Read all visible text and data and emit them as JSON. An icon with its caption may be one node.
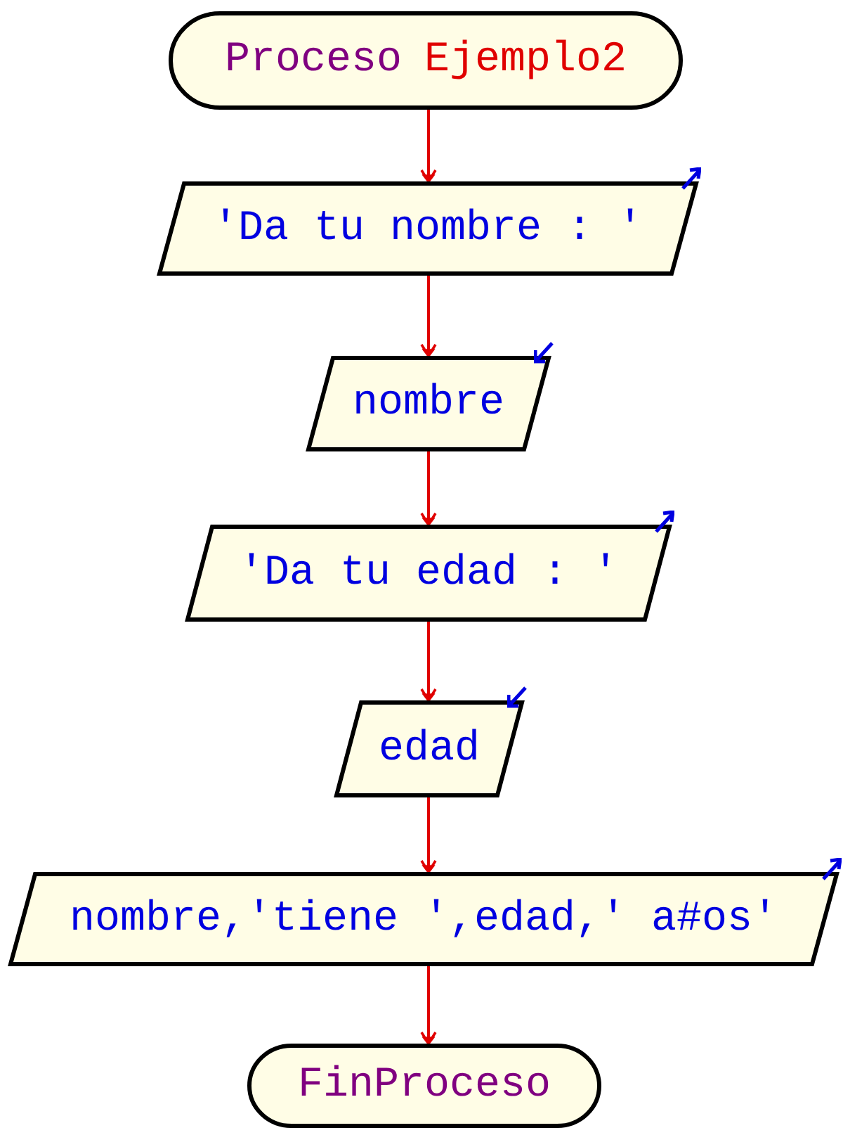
{
  "diagram": {
    "nodes": [
      {
        "text": [
          "Proceso",
          "Ejemplo2"
        ]
      },
      {
        "text": [
          "'Da tu nombre : '"
        ]
      },
      {
        "text": [
          "nombre"
        ]
      },
      {
        "text": [
          "'Da tu edad : '"
        ]
      },
      {
        "text": [
          "edad"
        ]
      },
      {
        "text": [
          "nombre,'tiene ',edad,' a#os'"
        ]
      },
      {
        "text": [
          "FinProceso"
        ]
      }
    ],
    "edges": [
      {
        "from": 0,
        "to": 1,
        "arrow": "to"
      },
      {
        "from": 1,
        "to": 2,
        "arrow": "to"
      },
      {
        "from": 2,
        "to": 3,
        "arrow": "to"
      },
      {
        "from": 3,
        "to": 4,
        "arrow": "to"
      },
      {
        "from": 4,
        "to": 5,
        "arrow": "to"
      },
      {
        "from": 5,
        "to": 6,
        "arrow": "to"
      }
    ]
  }
}
